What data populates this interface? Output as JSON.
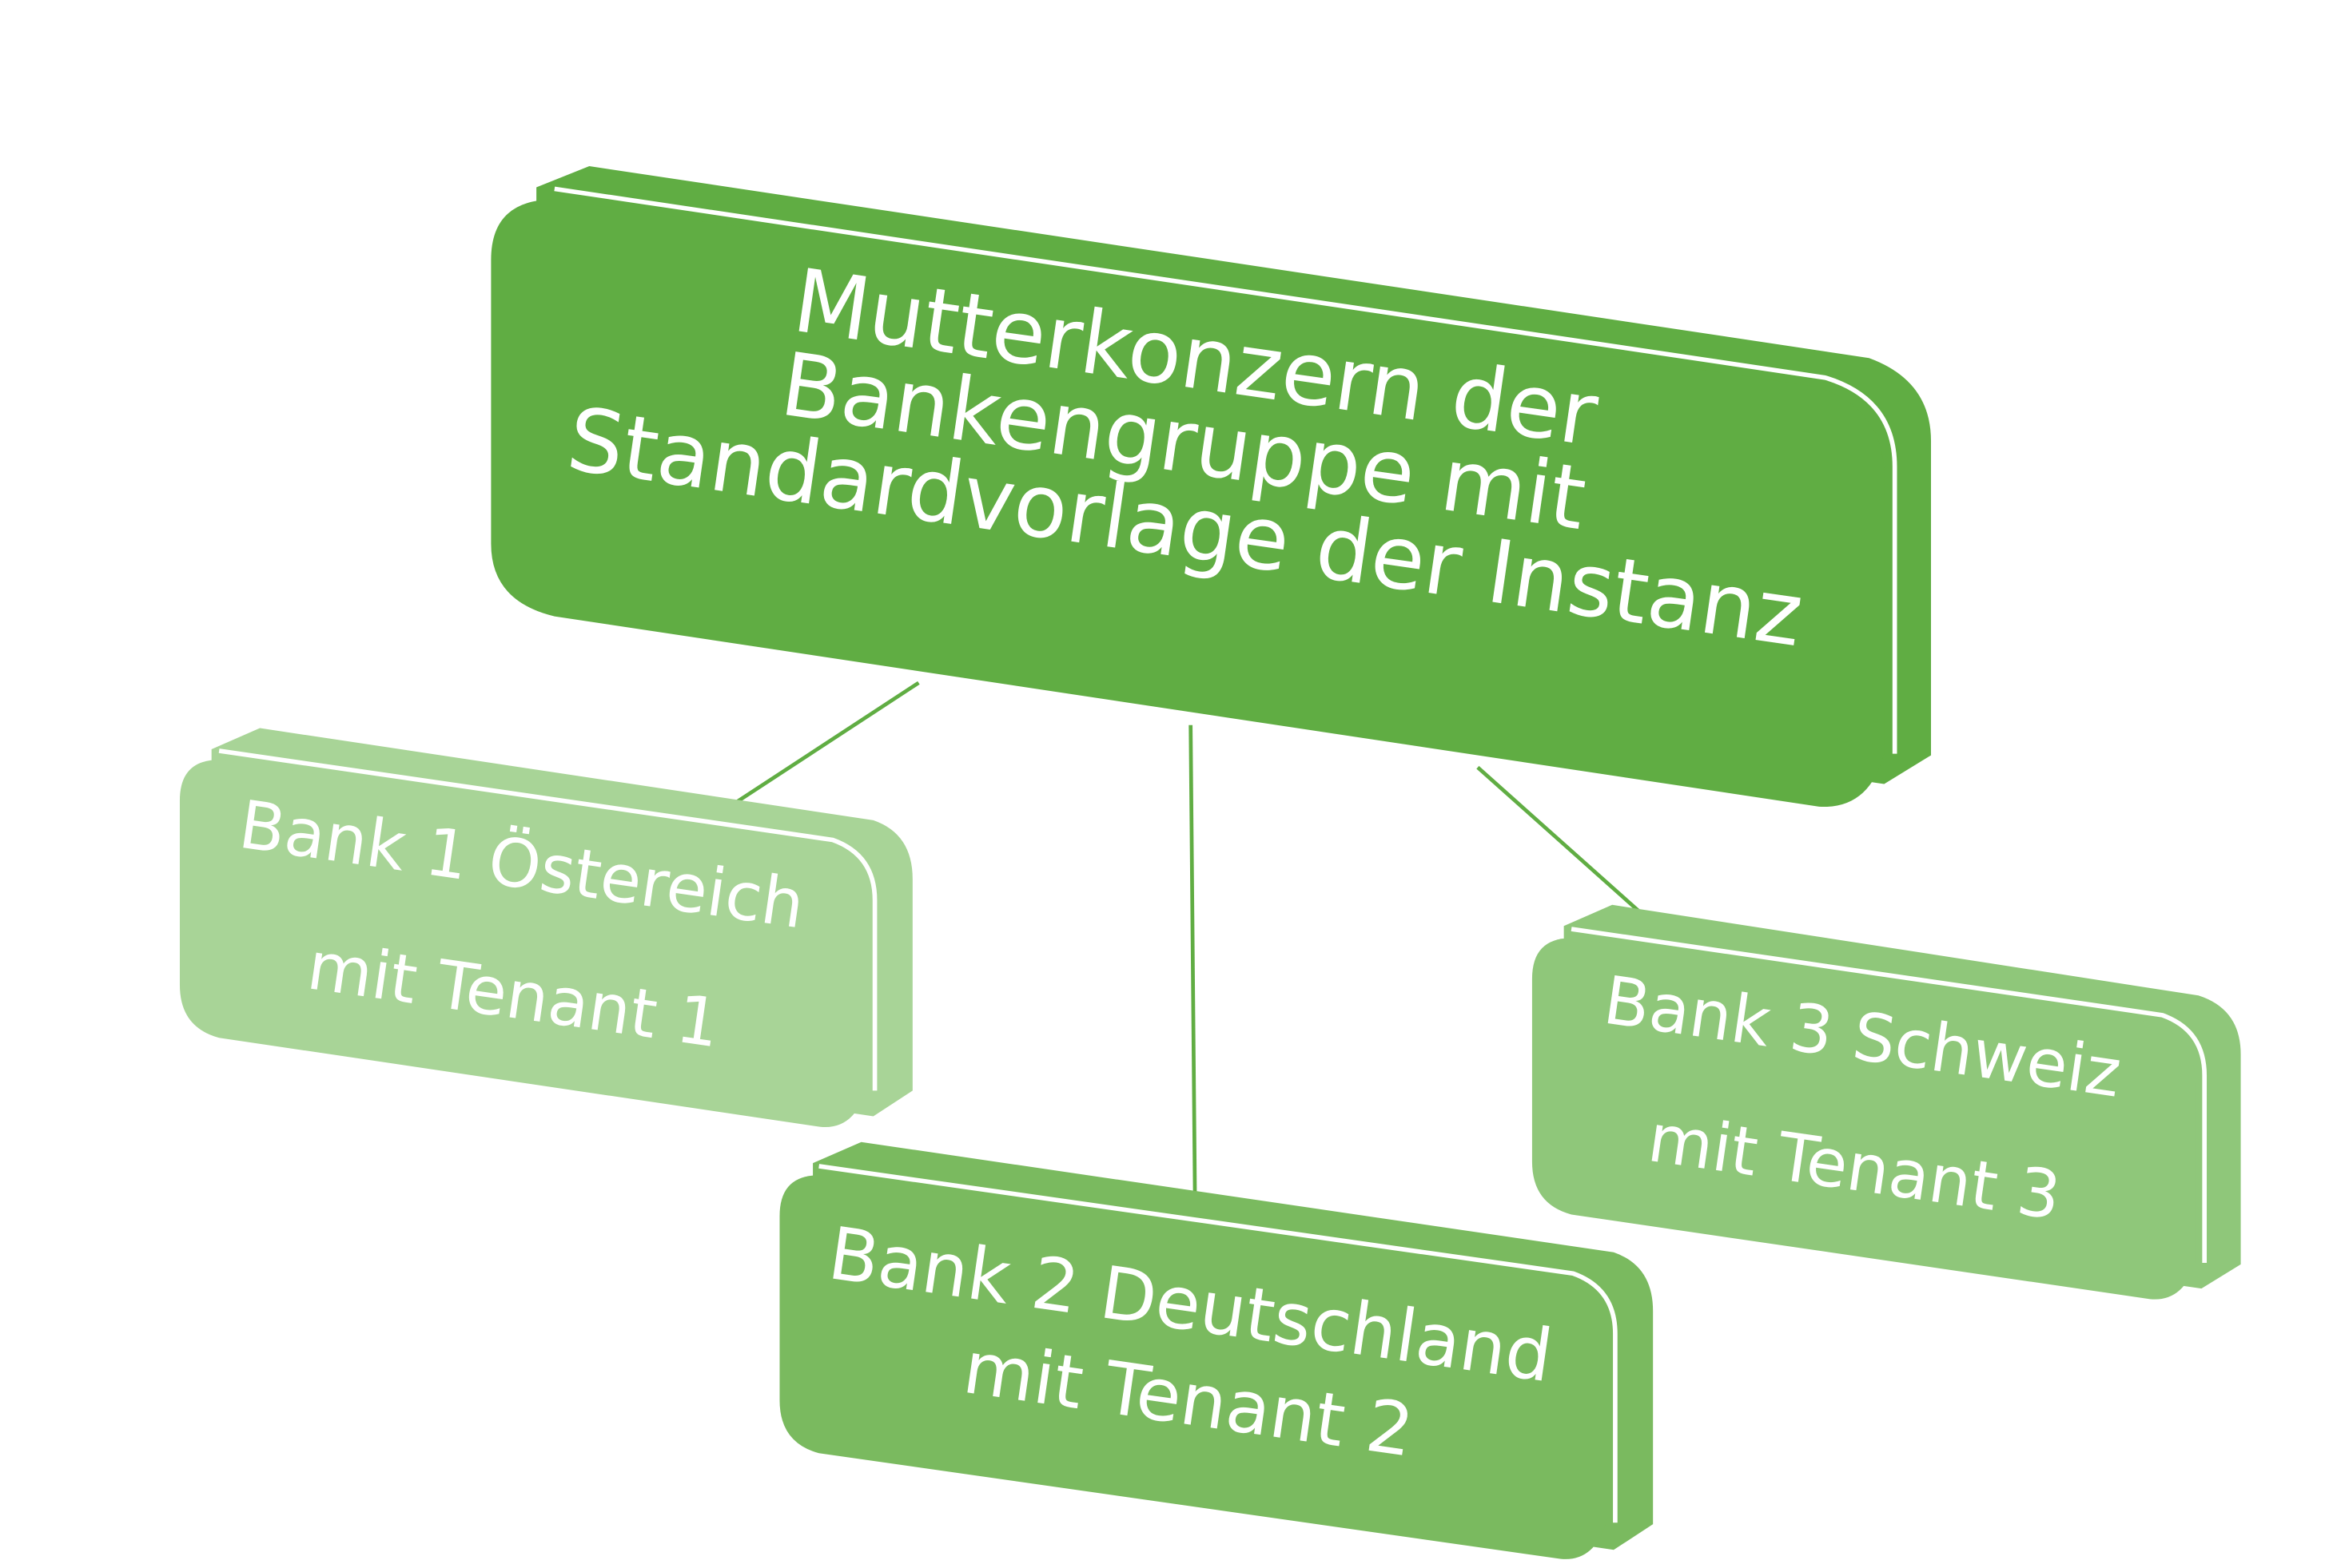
{
  "diagram": {
    "colors": {
      "root": "#60ad43",
      "bank1": "#a8d497",
      "bank2": "#7aba5f",
      "bank3": "#8fc77a",
      "connector": "#60ad43",
      "text": "#ffffff"
    },
    "root": {
      "lines": [
        "Mutterkonzern der",
        "Bankengruppe mit",
        "Standardvorlage der Instanz"
      ]
    },
    "children": [
      {
        "id": "bank1",
        "lines": [
          "Bank 1 Östereich",
          "mit Tenant 1"
        ]
      },
      {
        "id": "bank2",
        "lines": [
          "Bank 2 Deutschland",
          "mit Tenant 2"
        ]
      },
      {
        "id": "bank3",
        "lines": [
          "Bank 3 Schweiz",
          "mit Tenant 3"
        ]
      }
    ]
  }
}
